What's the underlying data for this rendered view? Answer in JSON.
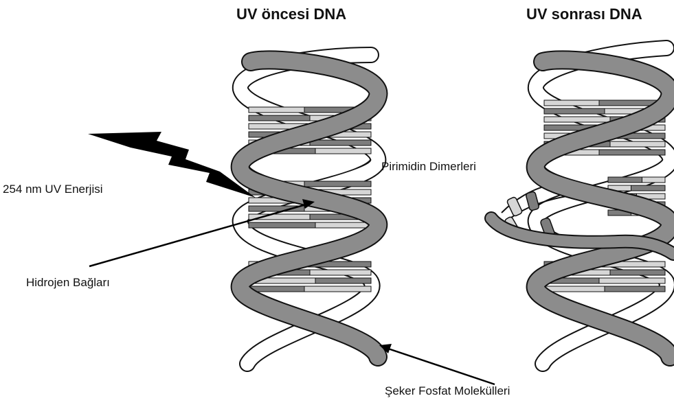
{
  "titles": {
    "before": "UV öncesi DNA",
    "after": "UV sonrası DNA"
  },
  "labels": {
    "uv_energy": "254 nm UV Enerjisi",
    "hydrogen_bonds": "Hidrojen Bağları",
    "pyrimidine_dimers": "Pirimidin Dimerleri",
    "sugar_phosphate": "Şeker Fosfat Molekülleri"
  },
  "colors": {
    "background": "#ffffff",
    "strand": "#8c8c8c",
    "strand_back": "#ffffff",
    "outline": "#111111",
    "base_dark": "#7d7d7d",
    "base_light": "#d6d6d6",
    "lightning": "#000000"
  }
}
